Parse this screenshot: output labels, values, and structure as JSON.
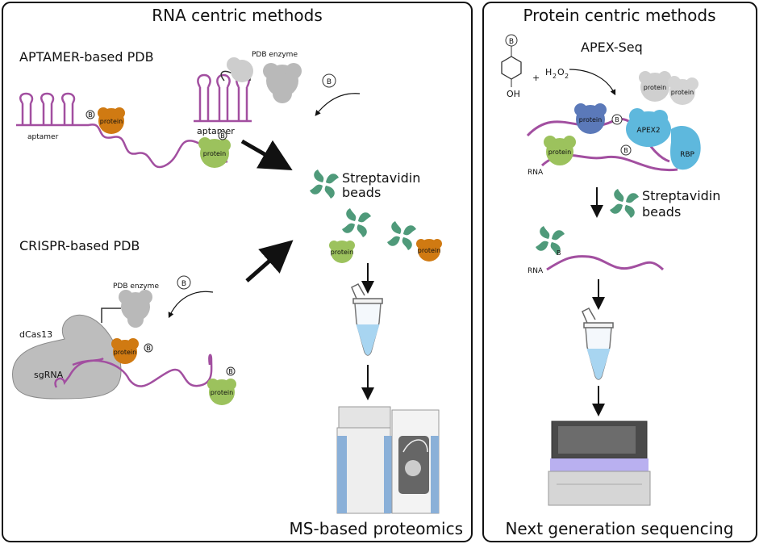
{
  "left_panel": {
    "title": "RNA centric methods",
    "aptamer_section": {
      "title": "APTAMER-based PDB",
      "aptamer_label_left": "aptamer",
      "aptamer_label_right": "aptamer",
      "enzyme_label": "PDB enzyme",
      "biotin_symbol": "B",
      "protein_label": "protein"
    },
    "crispr_section": {
      "title": "CRISPR-based PDB",
      "enzyme_label": "PDB enzyme",
      "dcas_label": "dCas13",
      "sgrna_label": "sgRNA",
      "biotin_symbol": "B",
      "protein_label": "protein"
    },
    "beads_label_line1": "Streptavidin",
    "beads_label_line2": "beads",
    "output_label": "MS-based proteomics"
  },
  "right_panel": {
    "title": "Protein centric methods",
    "method_label": "APEX-Seq",
    "biotin_symbol": "B",
    "reagent_plus": "+",
    "reagent_h2o2": "H",
    "reagent_sub2": "2",
    "reagent_o": "O",
    "oh_label": "OH",
    "protein_label": "protein",
    "apex_label": "APEX2",
    "rbp_label": "RBP",
    "rna_label": "RNA",
    "beads_label_line1": "Streptavidin",
    "beads_label_line2": "beads",
    "output_label": "Next generation sequencing"
  },
  "colors": {
    "rna": "#a24fa0",
    "protein_orange": "#d07a12",
    "protein_green": "#9cc25d",
    "enzyme_gray": "#b9b9b9",
    "streptavidin": "#4f9a7a",
    "apex_blue": "#5eb8dd",
    "protein_blue": "#5b79b9"
  }
}
